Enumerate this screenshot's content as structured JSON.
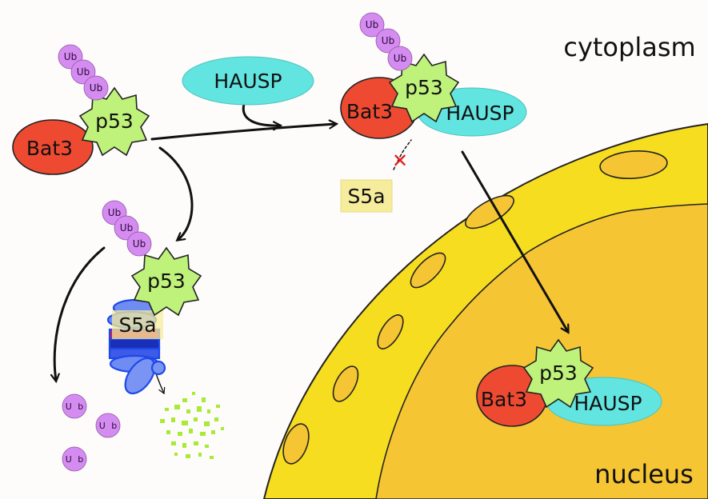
{
  "labels": {
    "cytoplasm": "cytoplasm",
    "nucleus": "nucleus",
    "hausp": "HAUSP",
    "p53": "p53",
    "bat3": "Bat3",
    "s5a": "S5a",
    "ub": "Ub",
    "ub_spaced": "U b",
    "blocked_mark": "✕"
  },
  "colors": {
    "ub": "#d58cf0",
    "p53": "#bff27a",
    "bat3": "#ee4a32",
    "hausp": "#62e4e0",
    "s5a": "#f5ec9c",
    "nucleus": "#f6da1c",
    "nucleoplasm": "#f6c534",
    "proteasome": "#1d49e8",
    "fragments": "#a9ea34"
  }
}
